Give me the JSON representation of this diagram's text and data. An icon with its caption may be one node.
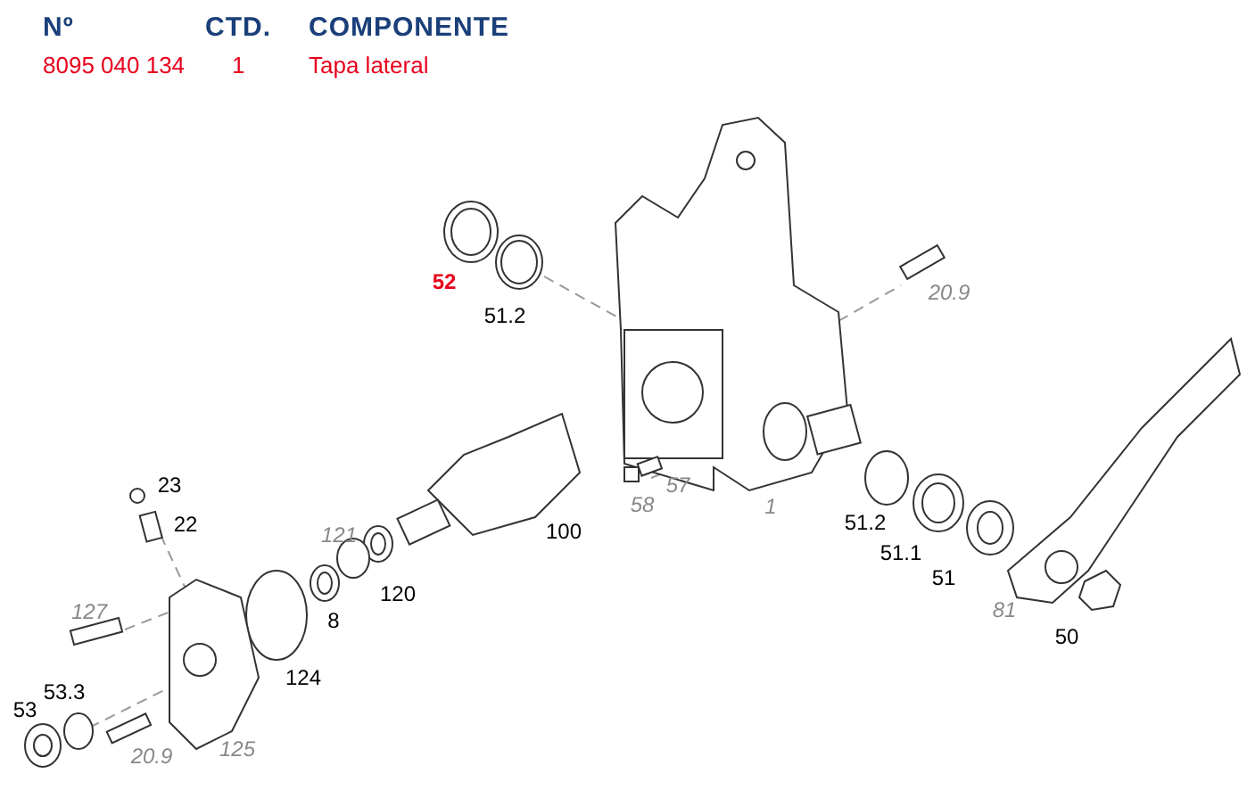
{
  "diagram": {
    "labels": [
      "Nº",
      "CTD.",
      "COMPONENTE",
      "8095 040 134",
      "1",
      "Tapa lateral",
      "52",
      "51.2",
      "20.9",
      "23",
      "22",
      "57",
      "121",
      "100",
      "58",
      "1",
      "51.2",
      "127",
      "120",
      "51.1",
      "8",
      "51",
      "81",
      "124",
      "50",
      "53.3",
      "53",
      "20.9",
      "125"
    ]
  }
}
